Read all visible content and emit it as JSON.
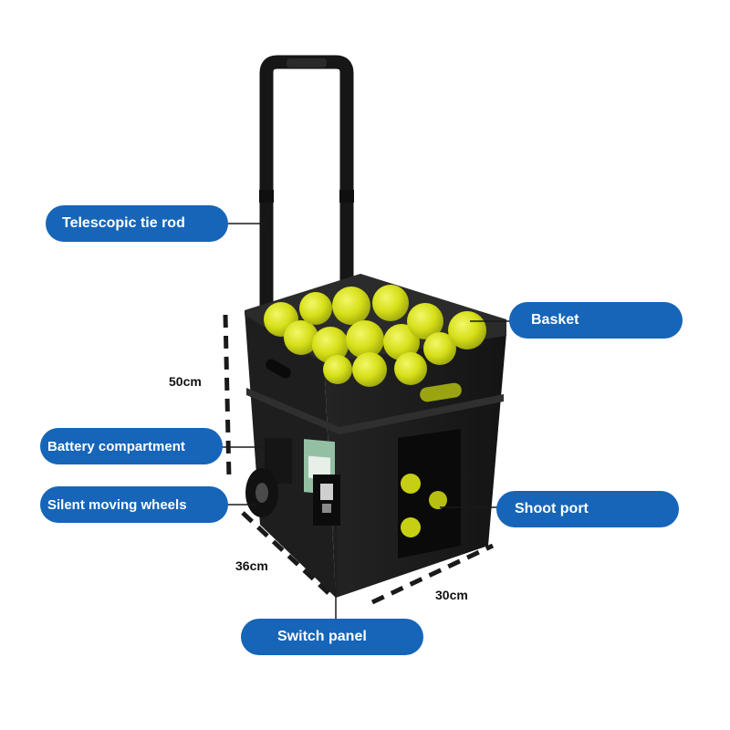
{
  "callouts": {
    "telescopic_rod": "Telescopic tie rod",
    "basket": "Basket",
    "battery": "Battery compartment",
    "wheels": "Silent moving wheels",
    "shoot_port": "Shoot port",
    "switch_panel": "Switch panel"
  },
  "dimensions": {
    "height": "50cm",
    "depth": "36cm",
    "width": "30cm"
  },
  "colors": {
    "callout_bg": "#1665b8",
    "machine_body": "#1b1b1b",
    "ball": "#d9e21a",
    "leader_line": "#1a1a1a"
  }
}
